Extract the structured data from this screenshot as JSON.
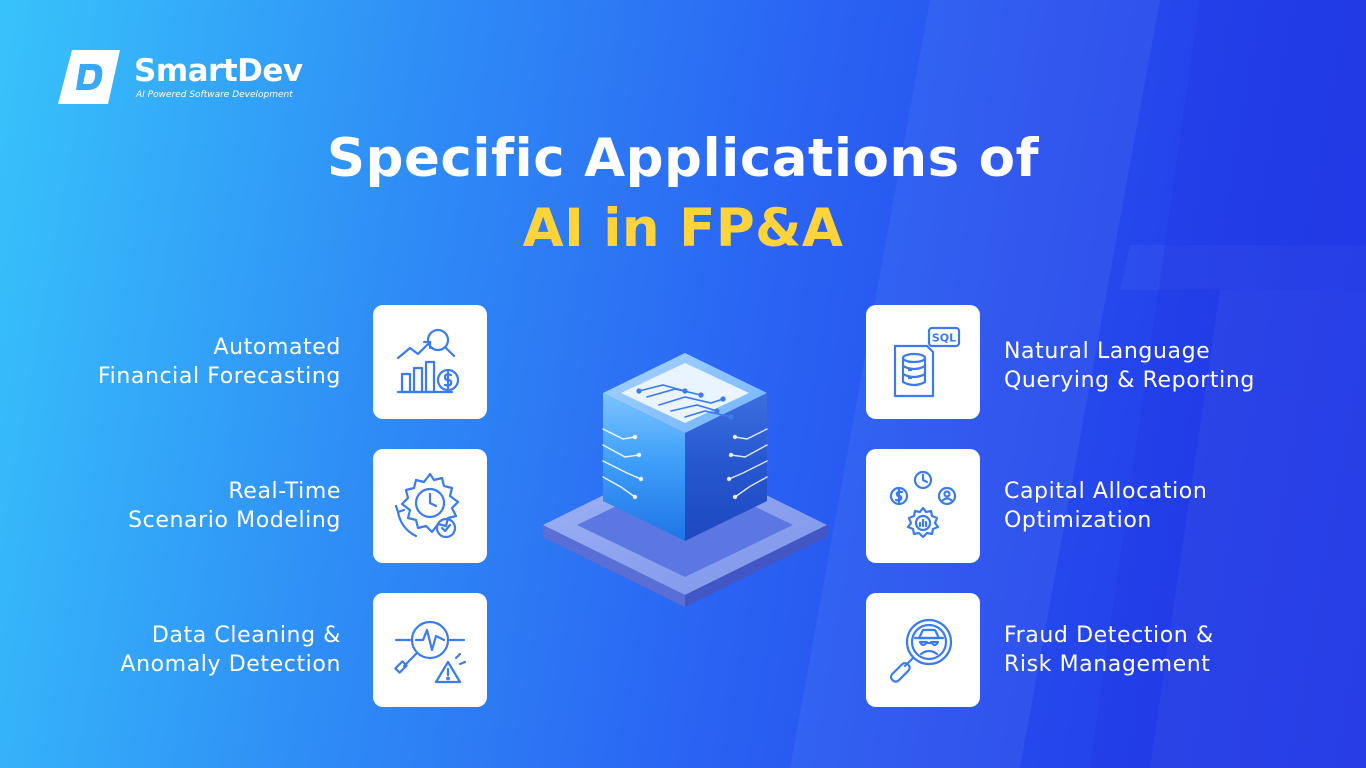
{
  "brand": {
    "name": "SmartDev",
    "tagline": "AI Powered Software Development"
  },
  "title": {
    "line1": "Specific Applications of",
    "line2": "AI in FP&A"
  },
  "colors": {
    "accent_yellow": "#ffd43b",
    "icon_blue": "#3b7bf0",
    "card_white": "#ffffff"
  },
  "applications": {
    "left": [
      {
        "line1": "Automated",
        "line2": "Financial Forecasting",
        "icon": "chart-magnifier-dollar-icon"
      },
      {
        "line1": "Real-Time",
        "line2": "Scenario Modeling",
        "icon": "gear-clock-check-icon"
      },
      {
        "line1": "Data Cleaning &",
        "line2": "Anomaly Detection",
        "icon": "magnifier-warning-icon"
      }
    ],
    "right": [
      {
        "line1": "Natural Language",
        "line2": "Querying & Reporting",
        "icon": "sql-database-icon",
        "icon_text": "SQL"
      },
      {
        "line1": "Capital Allocation",
        "line2": "Optimization",
        "icon": "gear-dollar-clock-user-icon"
      },
      {
        "line1": "Fraud Detection &",
        "line2": "Risk Management",
        "icon": "magnifier-spy-icon"
      }
    ]
  }
}
